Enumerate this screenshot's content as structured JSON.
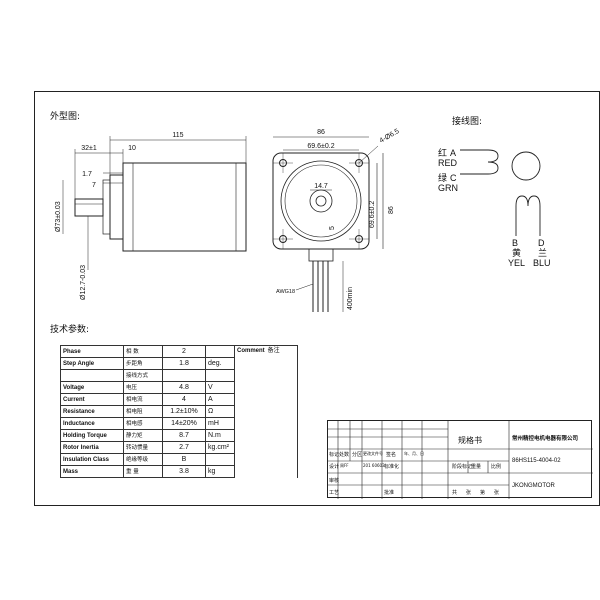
{
  "sections": {
    "outline": "外型图:",
    "wiring": "接线图:",
    "tech_params": "技术参数:"
  },
  "dims": {
    "overall_length": "115",
    "flange_outer": "32±1",
    "flange_inner": "10",
    "d_1_7": "1.7",
    "d_7": "7",
    "pilot_dia": "Ø73±0.03",
    "shaft_dia": "Ø12.7-0.03",
    "flat": "14.7",
    "five": "5",
    "front_width": "86",
    "hole_spacing_h": "69.6±0.2",
    "hole_spacing_v": "69.6±0.2",
    "front_height": "86",
    "mount_holes": "4-Ø6.5",
    "lead_wire": "AWG18",
    "lead_length": "400min"
  },
  "wiring": {
    "red_cn": "红",
    "red_letter": "A",
    "red_en": "RED",
    "green_cn": "绿",
    "green_letter": "C",
    "green_en": "GRN",
    "yellow_letter": "B",
    "yellow_cn": "黄",
    "yellow_en": "YEL",
    "blue_letter": "D",
    "blue_cn": "兰",
    "blue_en": "BLU"
  },
  "params": {
    "comment_header": "Comment",
    "comment_cn": "备注",
    "rows": [
      {
        "en": "Phase",
        "cn": "相  数",
        "val": "2",
        "unit": ""
      },
      {
        "en": "Step Angle",
        "cn": "步距角",
        "val": "1.8",
        "unit": "deg."
      },
      {
        "en": "",
        "cn": "接线方式",
        "val": "",
        "unit": ""
      },
      {
        "en": "Voltage",
        "cn": "电压",
        "val": "4.8",
        "unit": "V"
      },
      {
        "en": "Current",
        "cn": "相电流",
        "val": "4",
        "unit": "A"
      },
      {
        "en": "Resistance",
        "cn": "相电阻",
        "val": "1.2±10%",
        "unit": "Ω"
      },
      {
        "en": "Inductance",
        "cn": "相电感",
        "val": "14±20%",
        "unit": "mH"
      },
      {
        "en": "Holding Torque",
        "cn": "静力矩",
        "val": "8.7",
        "unit": "N.m"
      },
      {
        "en": "Rotor Inertia",
        "cn": "转动惯量",
        "val": "2.7",
        "unit": "kg.cm²"
      },
      {
        "en": "Insulation Class",
        "cn": "绝缘等级",
        "val": "B",
        "unit": ""
      },
      {
        "en": "Mass",
        "cn": "重  量",
        "val": "3.8",
        "unit": "kg"
      }
    ]
  },
  "title_block": {
    "doc_title": "规格书",
    "company": "常州精控电机电器有限公司",
    "model": "86HS115-4004-02",
    "brand": "JKONGMOTOR",
    "label_biaoji": "标记",
    "label_chushu": "处数",
    "label_fenqu": "分区",
    "label_gengai": "更改文件号",
    "label_qianming": "签名",
    "label_nian": "年、月、日",
    "label_sheji": "设计",
    "label_sheji_name": "周FF",
    "label_date": "201 60603",
    "label_biaozhun": "标准化",
    "label_jieduan": "阶段标记",
    "label_zhongliang": "重量",
    "label_bili": "比例",
    "label_shenhe": "审核",
    "label_gongyi": "工艺",
    "label_pizhun": "批准",
    "label_gong": "共",
    "label_zhang": "张",
    "label_di": "第",
    "label_zhang2": "张"
  }
}
